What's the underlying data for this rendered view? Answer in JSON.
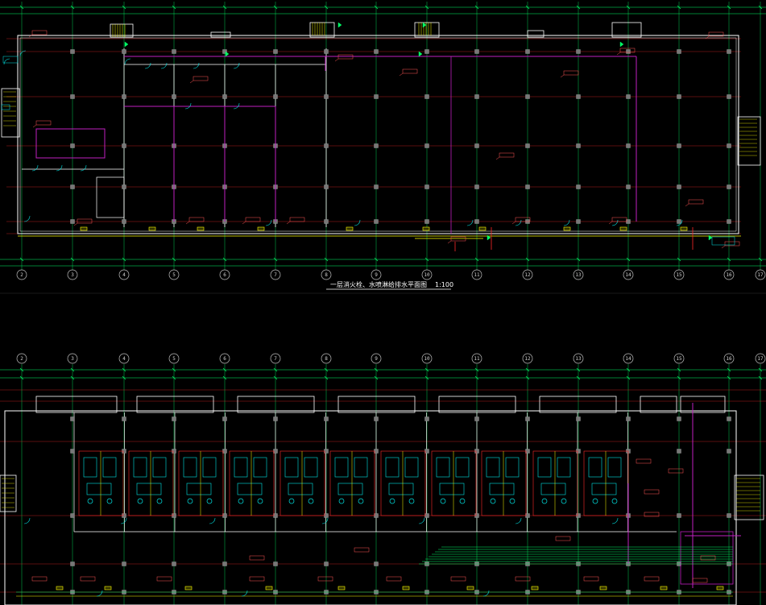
{
  "drawing": {
    "title": "一层消火栓、水喷淋给排水平面图",
    "scale": "1:100",
    "colors": {
      "background": "#000000",
      "axis": "#00ff66",
      "wall": "#ffffff",
      "column": "#a0a0a0",
      "sprinkler_pipe": "#ff2a2a",
      "hydrant_pipe": "#c020c0",
      "drain_pipe": "#ffff00",
      "cyan_fixture": "#00e5e5",
      "annotation": "#ff5555"
    },
    "axes_top": [
      "2",
      "3",
      "4",
      "5",
      "6",
      "7",
      "8",
      "9",
      "10",
      "11",
      "12",
      "13",
      "14",
      "15",
      "16",
      "17"
    ],
    "axes_bottom": [
      "2",
      "3",
      "4",
      "5",
      "6",
      "7",
      "8",
      "9",
      "10",
      "11",
      "12",
      "13",
      "14",
      "15",
      "16",
      "17"
    ]
  }
}
